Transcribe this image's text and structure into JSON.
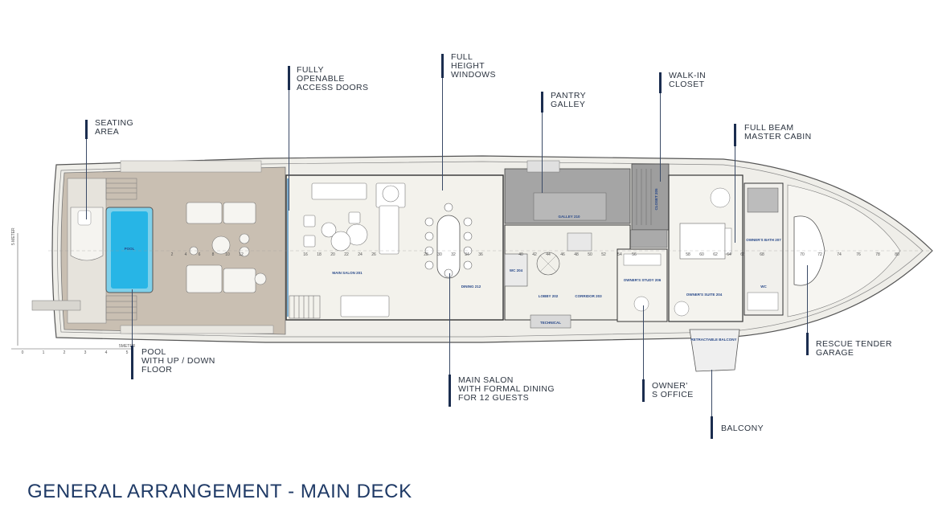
{
  "title": "GENERAL ARRANGEMENT - MAIN DECK",
  "callouts": {
    "seating_area": [
      "SEATING",
      "AREA"
    ],
    "access_doors": [
      "FULLY",
      "OPENABLE",
      "ACCESS DOORS"
    ],
    "windows": [
      "FULL",
      "HEIGHT",
      "WINDOWS"
    ],
    "pantry": [
      "PANTRY",
      "GALLEY"
    ],
    "walkin": [
      "WALK-IN",
      "CLOSET"
    ],
    "master": [
      "FULL BEAM",
      "MASTER CABIN"
    ],
    "pool": [
      "POOL",
      "WITH UP / DOWN",
      "FLOOR"
    ],
    "salon": [
      "MAIN SALON",
      "WITH FORMAL DINING",
      "FOR 12 GUESTS"
    ],
    "office": [
      "OWNER'",
      "S OFFICE"
    ],
    "balcony": [
      "BALCONY"
    ],
    "tender": [
      "RESCUE  TENDER",
      "GARAGE"
    ]
  },
  "rooms": {
    "main_salon": "MAIN SALON 201",
    "dining": "DINING 212",
    "galley": "GALLEY 210",
    "closet": "CLOSET 205",
    "lobby": "LOBBY 202",
    "corridor": "CORRIDOR 203",
    "wc": "WC 204",
    "owners_study": "OWNER'S STUDY 206",
    "owners_suite": "OWNER'S SUITE 204",
    "owners_bath": "OWNER'S BATH 207",
    "technical": "TECHNICAL",
    "pool": "POOL",
    "balcony": "RETRACTABLE BALCONY",
    "wc2": "WC"
  },
  "scale": {
    "label_vertical": "5 METER",
    "label_horizontal": "5METER",
    "ticks": [
      "0",
      "1",
      "2",
      "3",
      "4",
      "5"
    ]
  },
  "frames": [
    "2",
    "4",
    "6",
    "8",
    "10",
    "12",
    "16",
    "18",
    "20",
    "22",
    "24",
    "26",
    "28",
    "30",
    "32",
    "34",
    "36",
    "40",
    "42",
    "44",
    "46",
    "48",
    "50",
    "52",
    "54",
    "56",
    "58",
    "60",
    "62",
    "64",
    "66",
    "68",
    "70",
    "72",
    "74",
    "76",
    "78",
    "80"
  ],
  "colors": {
    "deck": "#c9bfb2",
    "interior": "#f3f2ec",
    "pool": "#27b5e6",
    "grey": "#9a9a9a",
    "callout_bar": "#1b2d4f",
    "title": "#1f3a66"
  }
}
